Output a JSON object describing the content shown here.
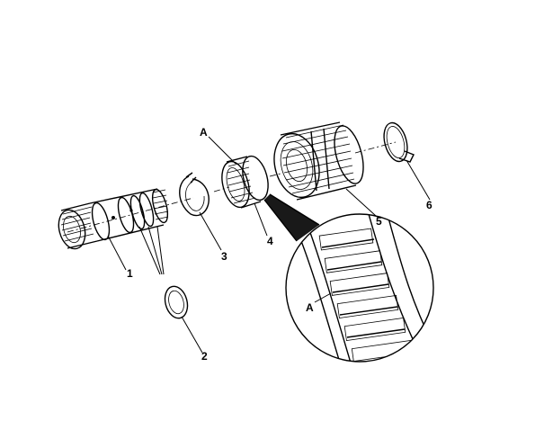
{
  "callouts": {
    "part_1": "1",
    "part_2": "2",
    "part_3": "3",
    "part_4": "4",
    "part_5": "5",
    "part_6": "6",
    "detail_a_top": "A",
    "detail_a_zoom": "A"
  }
}
